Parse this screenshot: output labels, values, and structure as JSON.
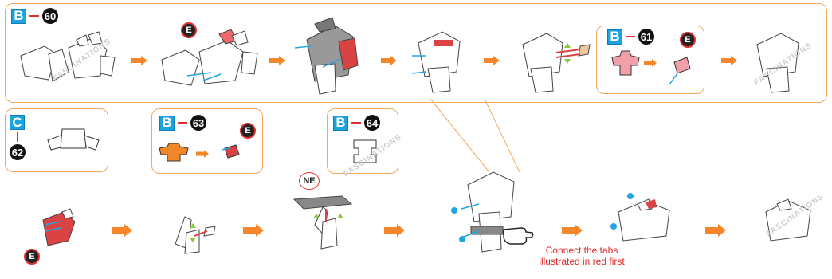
{
  "top_section": {
    "tag": {
      "letter": "B",
      "number": "60"
    },
    "inset_tag": {
      "letter": "B",
      "number": "61"
    }
  },
  "bottom_section": {
    "tag_c": {
      "letter": "C",
      "number": "62"
    },
    "tag_63": {
      "letter": "B",
      "number": "63"
    },
    "tag_64": {
      "letter": "B",
      "number": "64"
    }
  },
  "labels": {
    "e": "E",
    "ne": "NE"
  },
  "instruction_note": "Connect the tabs illustrated in red first",
  "watermark": "FASCINATIONS",
  "colors": {
    "accent_orange": "#f5862a",
    "panel_border": "#f5a85a",
    "tag_blue": "#1aa3dc",
    "highlight_red": "#e03030",
    "dot_blue": "#1fa6e0",
    "triangle_green": "#8cc63f"
  }
}
